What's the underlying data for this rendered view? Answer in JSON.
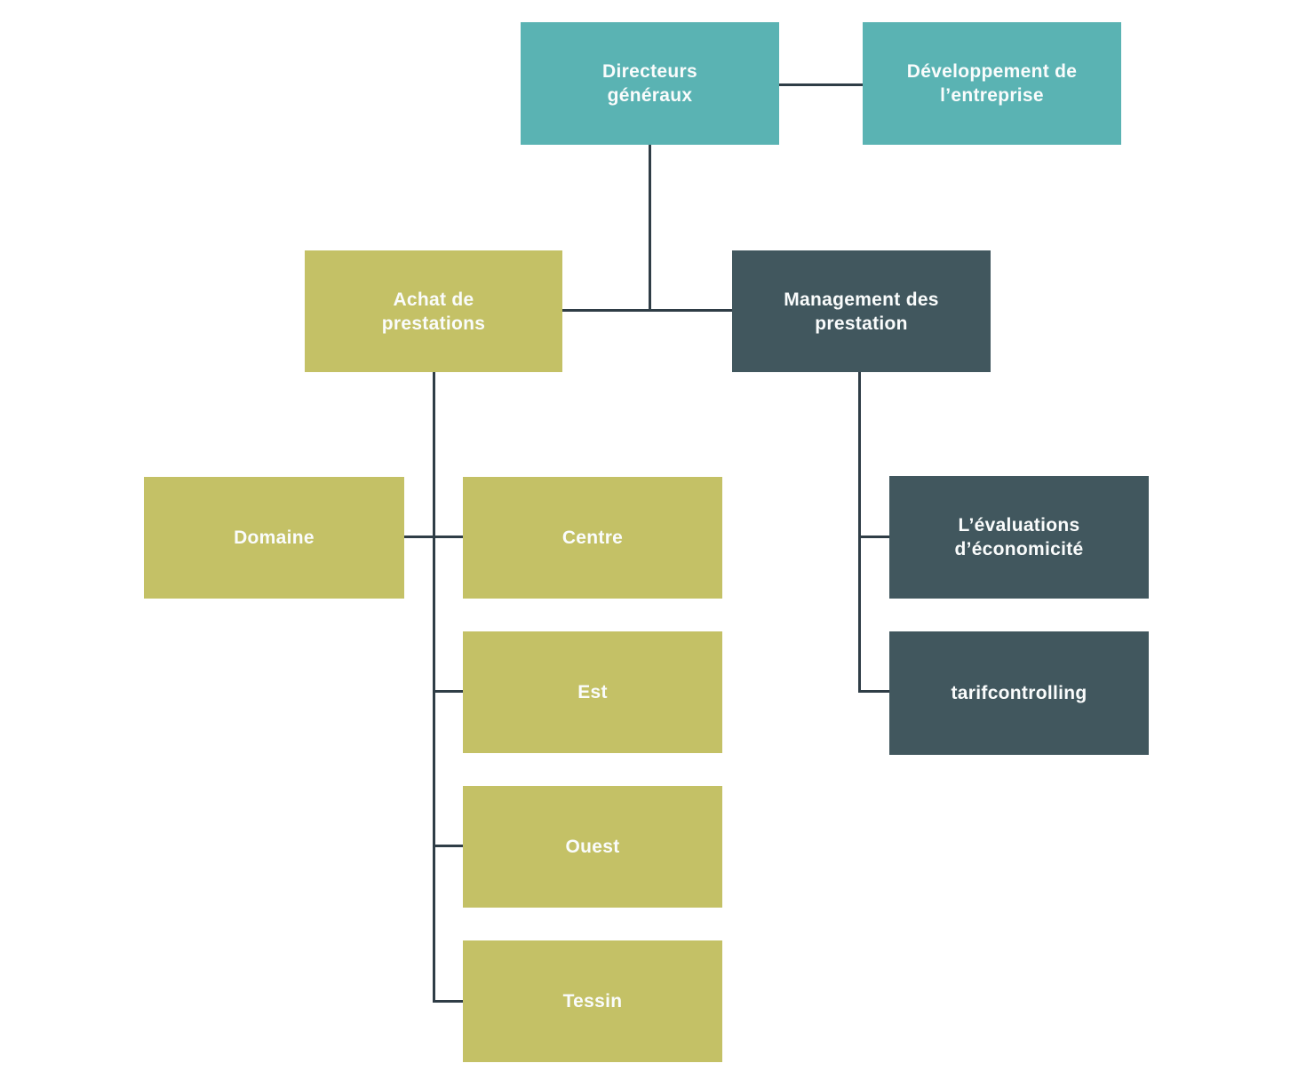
{
  "diagram": {
    "type": "org-chart",
    "background": "#ffffff",
    "colors": {
      "teal": "#5ab3b3",
      "olive": "#c4c166",
      "dark": "#41575e",
      "line": "#2f3d46",
      "text": "#fafcfc"
    },
    "nodes": [
      {
        "id": "directeurs-generaux",
        "label": "Directeurs\ngénéraux",
        "color": "teal"
      },
      {
        "id": "developpement-entreprise",
        "label": "Développement de\nl’entreprise",
        "color": "teal"
      },
      {
        "id": "achat-de-prestations",
        "label": "Achat de\nprestations",
        "color": "olive"
      },
      {
        "id": "management-prestation",
        "label": "Management des\nprestation",
        "color": "dark"
      },
      {
        "id": "domaine",
        "label": "Domaine",
        "color": "olive"
      },
      {
        "id": "centre",
        "label": "Centre",
        "color": "olive"
      },
      {
        "id": "est",
        "label": "Est",
        "color": "olive"
      },
      {
        "id": "ouest",
        "label": "Ouest",
        "color": "olive"
      },
      {
        "id": "tessin",
        "label": "Tessin",
        "color": "olive"
      },
      {
        "id": "evaluations-economicite",
        "label": "L’évaluations\nd’économicité",
        "color": "dark"
      },
      {
        "id": "tarifcontrolling",
        "label": "tarifcontrolling",
        "color": "dark"
      }
    ],
    "edges": [
      {
        "from": "directeurs-generaux",
        "to": "developpement-entreprise"
      },
      {
        "from": "directeurs-generaux",
        "to": "achat-de-prestations"
      },
      {
        "from": "directeurs-generaux",
        "to": "management-prestation"
      },
      {
        "from": "achat-de-prestations",
        "to": "domaine"
      },
      {
        "from": "achat-de-prestations",
        "to": "centre"
      },
      {
        "from": "achat-de-prestations",
        "to": "est"
      },
      {
        "from": "achat-de-prestations",
        "to": "ouest"
      },
      {
        "from": "achat-de-prestations",
        "to": "tessin"
      },
      {
        "from": "management-prestation",
        "to": "evaluations-economicite"
      },
      {
        "from": "management-prestation",
        "to": "tarifcontrolling"
      }
    ]
  }
}
